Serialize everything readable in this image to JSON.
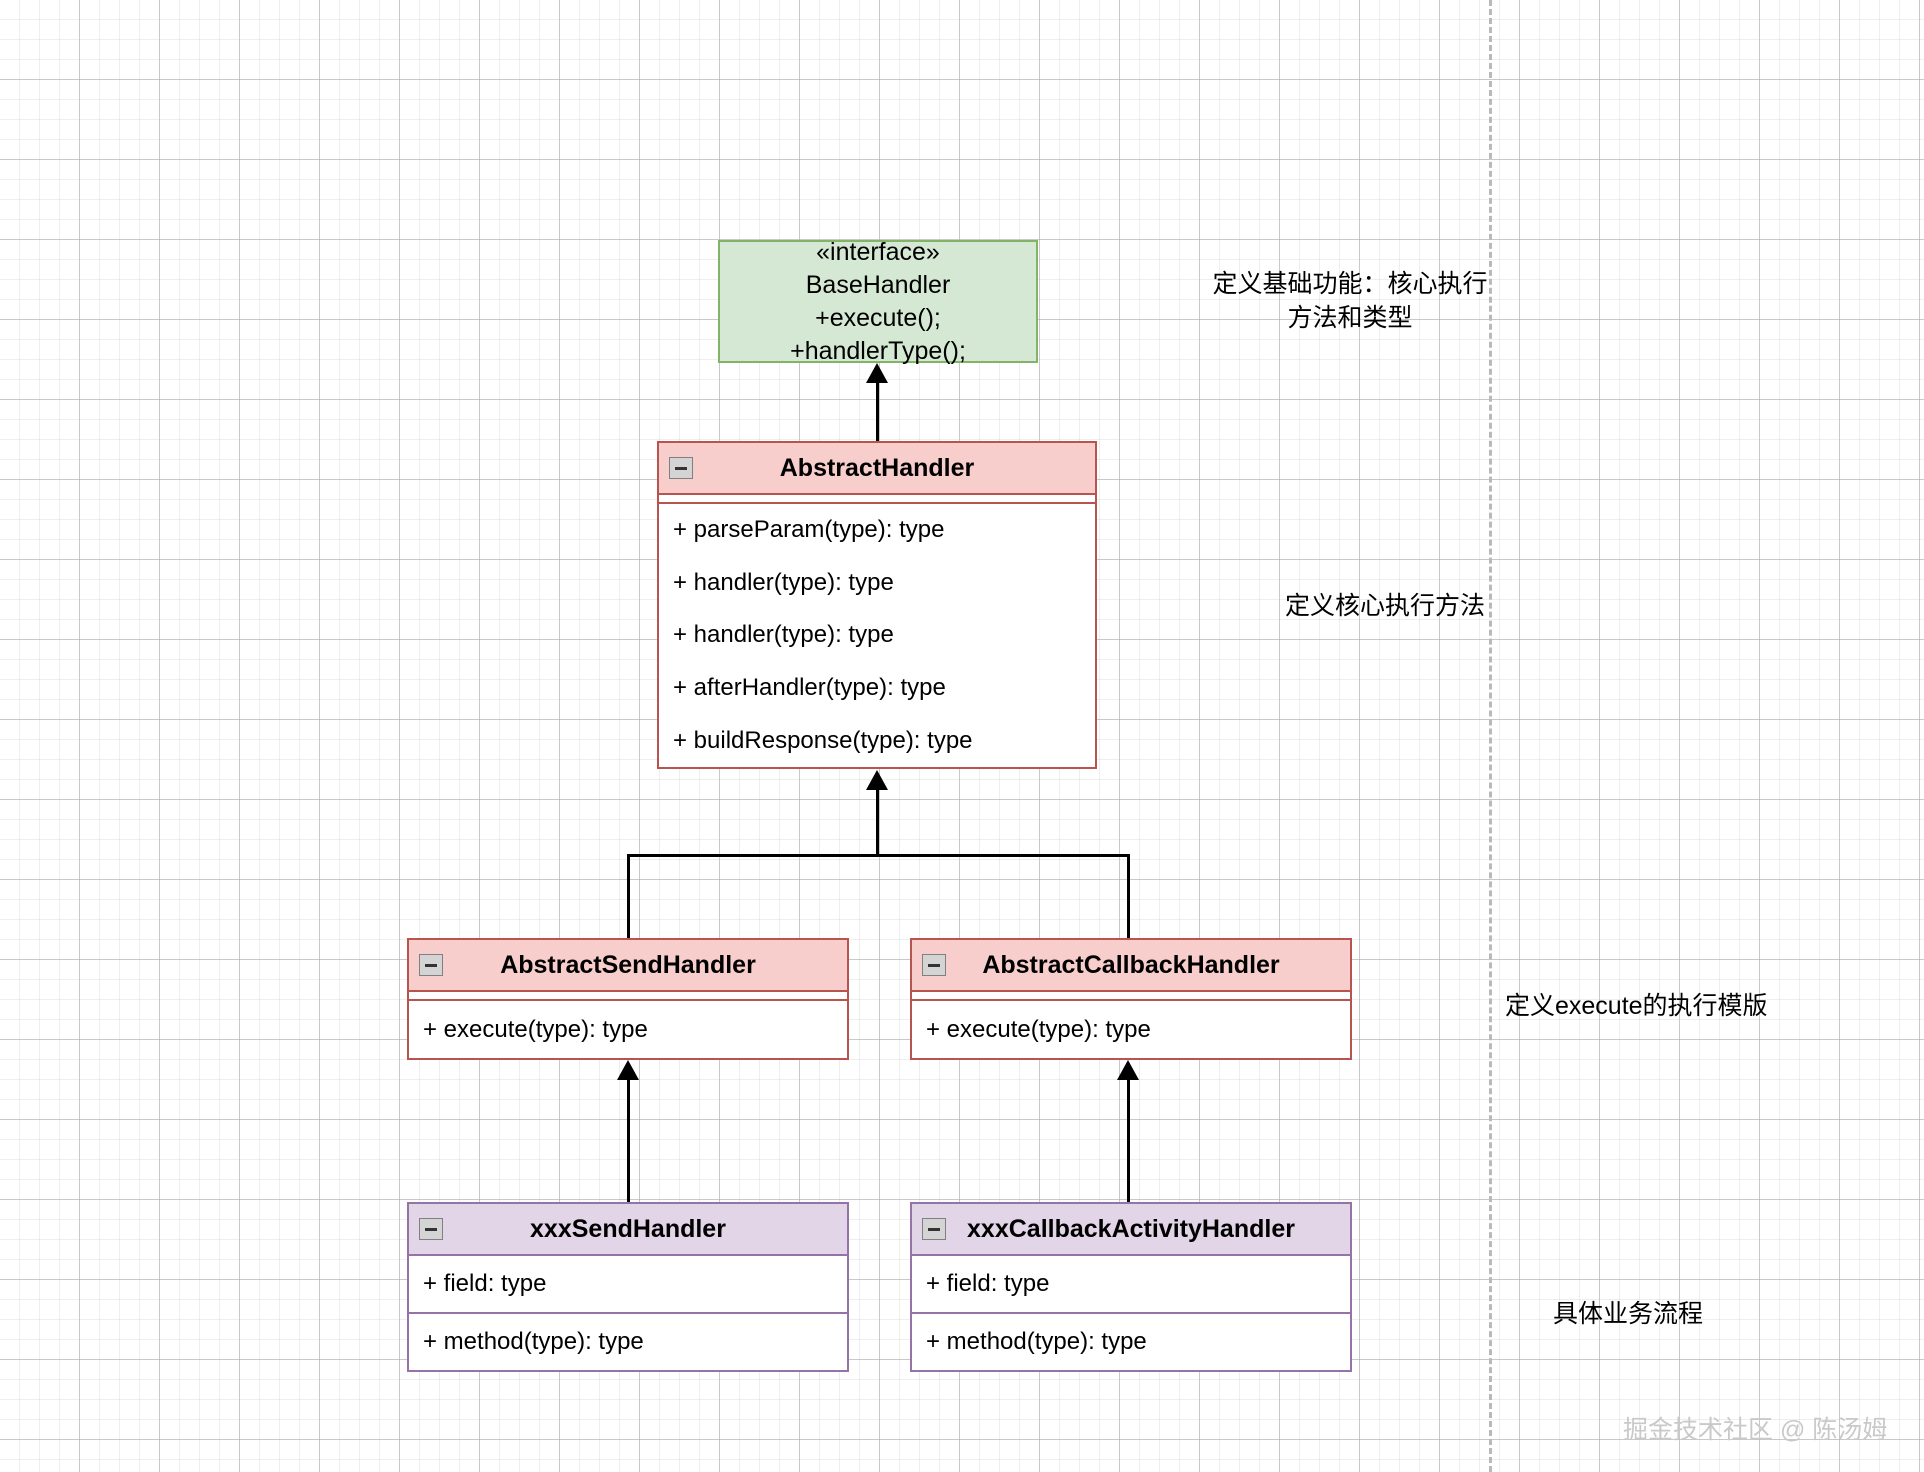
{
  "diagram": {
    "title": "Handler class hierarchy UML diagram",
    "colors": {
      "interface_fill": "#d5e8d4",
      "interface_stroke": "#82b366",
      "abstract_fill": "#f8cecc",
      "abstract_stroke": "#b85450",
      "concrete_fill": "#e1d5e7",
      "concrete_stroke": "#9673a6",
      "connector": "#000000",
      "watermark": "#c9c9c9"
    }
  },
  "interface_box": {
    "stereotype": "«interface»",
    "name": "BaseHandler",
    "members": [
      "+execute();",
      "+handlerType();"
    ]
  },
  "abstract_handler": {
    "name": "AbstractHandler",
    "collapse_icon": "minus-icon",
    "methods": [
      "+ parseParam(type): type",
      "+ handler(type): type",
      "+ handler(type): type",
      "+ afterHandler(type): type",
      "+ buildResponse(type): type"
    ]
  },
  "abstract_send_handler": {
    "name": "AbstractSendHandler",
    "collapse_icon": "minus-icon",
    "methods": [
      "+ execute(type): type"
    ]
  },
  "abstract_callback_handler": {
    "name": "AbstractCallbackHandler",
    "collapse_icon": "minus-icon",
    "methods": [
      "+ execute(type): type"
    ]
  },
  "xxx_send_handler": {
    "name": "xxxSendHandler",
    "collapse_icon": "minus-icon",
    "fields": [
      "+ field: type"
    ],
    "methods": [
      "+ method(type): type"
    ]
  },
  "xxx_callback_activity_handler": {
    "name": "xxxCallbackActivityHandler",
    "collapse_icon": "minus-icon",
    "fields": [
      "+ field: type"
    ],
    "methods": [
      "+ method(type): type"
    ]
  },
  "notes": {
    "note_interface": "定义基础功能：核心执行\n方法和类型",
    "note_abstract": "定义核心执行方法",
    "note_template": "定义execute的执行模版",
    "note_business": "具体业务流程"
  },
  "watermark": {
    "text": "掘金技术社区 @ 陈汤姆"
  }
}
